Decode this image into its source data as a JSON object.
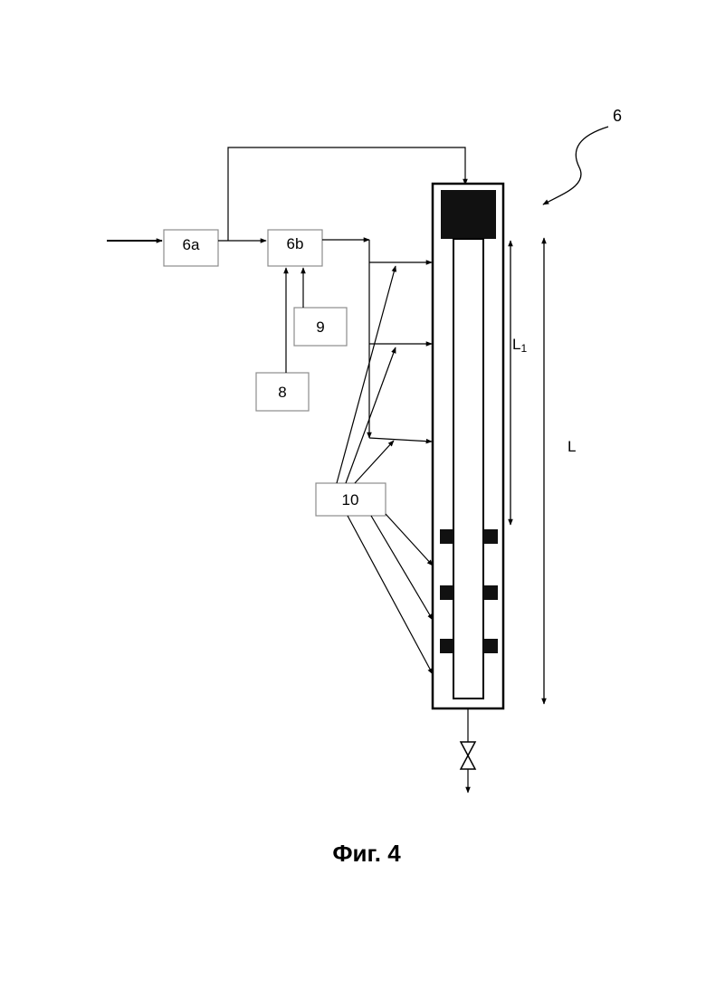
{
  "figure": {
    "caption": "Фиг. 4",
    "reference_numeral": "6"
  },
  "blocks": {
    "b6a": "6a",
    "b6b": "6b",
    "b9": "9",
    "b8": "8",
    "b10": "10"
  },
  "dimensions": {
    "l1_main": "L",
    "l1_sub": "1",
    "l": "L"
  },
  "colors": {
    "line": "#000000",
    "box_border": "#8c8c8c",
    "fill_dark": "#111111"
  }
}
